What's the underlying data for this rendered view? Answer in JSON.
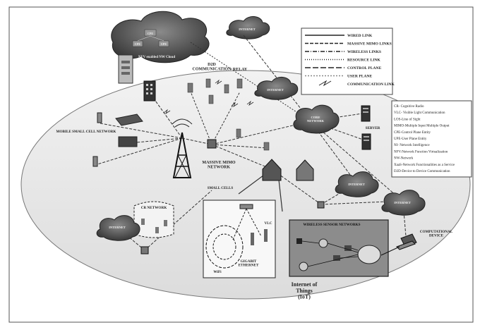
{
  "labels": {
    "nfv_cloud": "NFV enabled NW Cloud",
    "cpe_left": "CPE",
    "cpe_right": "UPE",
    "cpe_top": "CPE",
    "internet_top": "INTERNET",
    "internet_mid": "INTERNET",
    "internet_left": "INTERNET",
    "internet_right": "INTERNET",
    "internet_bottom": "INTERNET",
    "d2d": "D2D COMMUNICATION",
    "relay": "RELAY",
    "mobile_small_cell": "MOBILE SMALL CELL NETWORK",
    "massive_mimo": "MASSIVE MIMO NETWORK",
    "core_network": "CORE NETWORK",
    "server": "SERVER",
    "small_cells": "SMALL CELLS",
    "cr_network": "CR NETWORK",
    "vlc": "VLC",
    "wifi": "WiFi",
    "gigabit": "GIGABIT ETHERNET",
    "wsn": "WIRELESS SENSOR NETWORKS",
    "computational_device": "COMPUTATIONAL DEVICE",
    "iot": "Internet of Things (IoT)"
  },
  "legend": [
    {
      "label": "WIRED LINK",
      "style": "solid"
    },
    {
      "label": "MASSIVE MIMO LINKS",
      "style": "dash"
    },
    {
      "label": "WIRELESS LINKS",
      "style": "dashdot"
    },
    {
      "label": "RESOURCE LINK",
      "style": "dot"
    },
    {
      "label": "CONTROL PLANE",
      "style": "longdash"
    },
    {
      "label": "USER PLANE",
      "style": "dotgray"
    },
    {
      "label": "COMMUNICATION LINK",
      "style": "zigzag"
    }
  ],
  "abbreviations": [
    "CR- Cognitive Radio",
    "VLC- Visible Light Communication",
    "LOS-Line of Sight",
    "MIMO-Multiple Input Multiple Output",
    "CPE-Control Plane Entity",
    "UPE-User Plane Entity",
    "NI- Network Intelligence",
    "NFV-Network Function Virtualization",
    "NW-Network",
    "XaaS-Network Functionalities as a Service",
    "D2D-Device to Device Communication"
  ]
}
